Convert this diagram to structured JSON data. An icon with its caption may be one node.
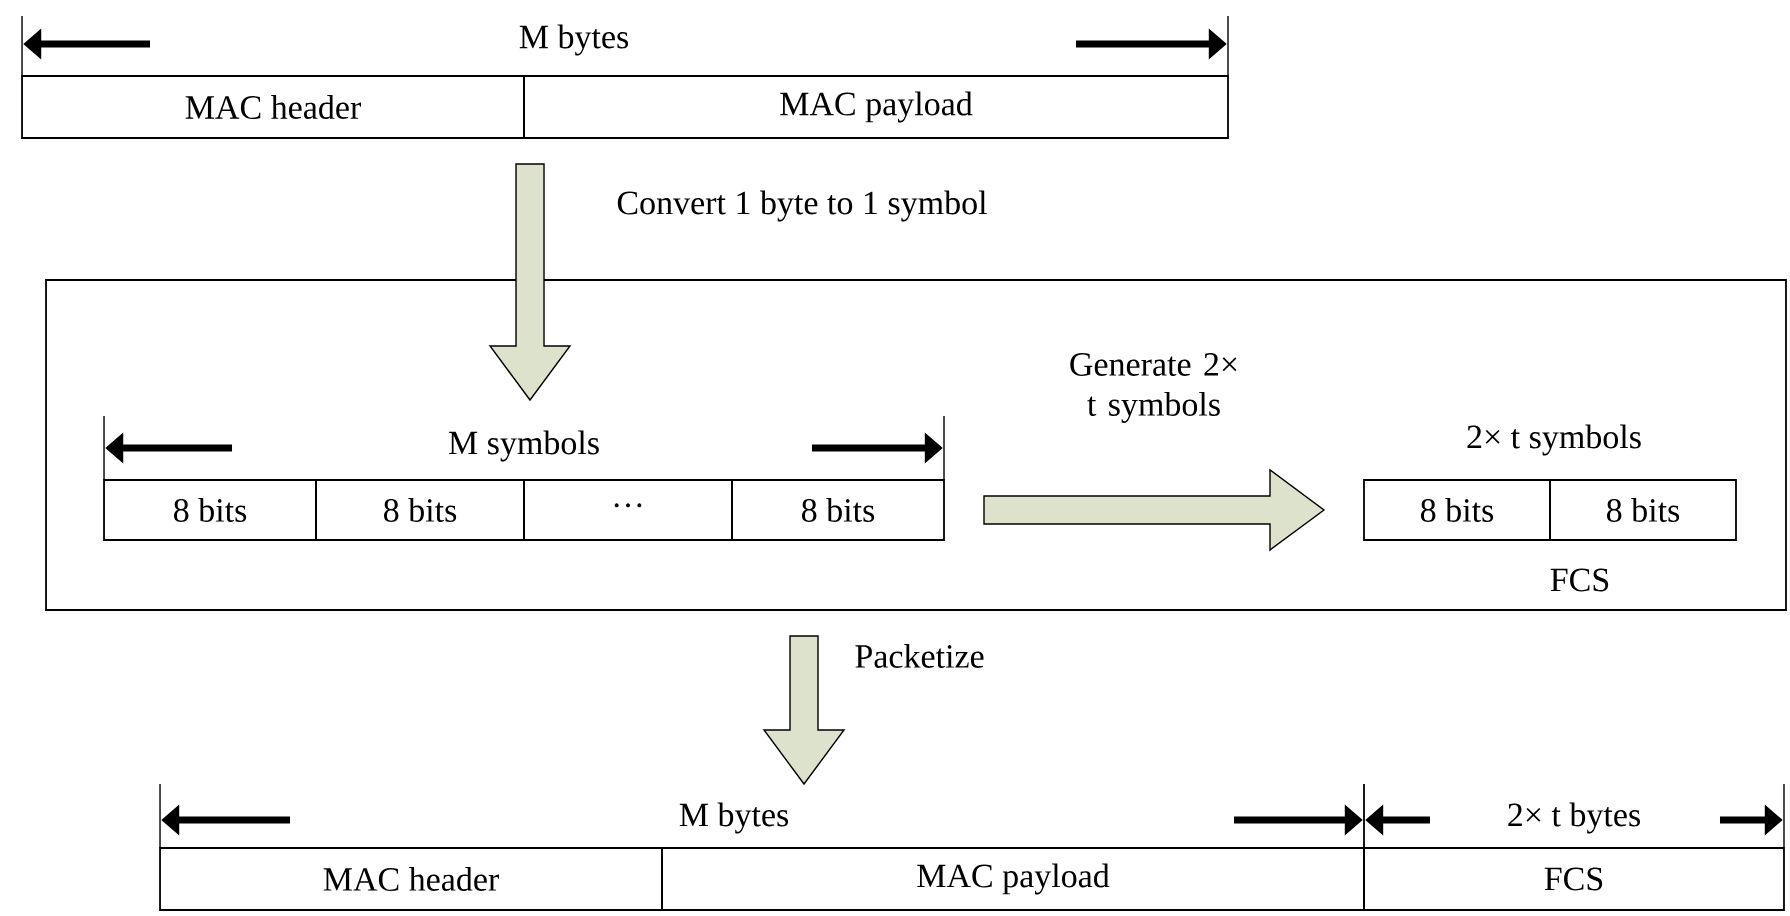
{
  "diagram": {
    "nodes": [
      {
        "text": [
          "MAC header"
        ]
      },
      {
        "text": [
          "MAC payload"
        ]
      },
      {
        "text": [],
        "shape": "box"
      },
      {
        "text": [
          "8 bits"
        ],
        "in": 2
      },
      {
        "text": [
          "8 bits"
        ],
        "in": 2
      },
      {
        "text": [
          "···"
        ],
        "in": 2
      },
      {
        "text": [
          "8 bits"
        ],
        "in": 2
      },
      {
        "text": [
          "8 bits"
        ],
        "in": 2
      },
      {
        "text": [
          "8 bits"
        ],
        "in": 2
      },
      {
        "text": [
          "MAC header"
        ]
      },
      {
        "text": [
          "MAC payload"
        ]
      },
      {
        "text": [
          "FCS"
        ]
      }
    ],
    "edges": [
      {
        "from": 1,
        "to": 4,
        "arrow": "to",
        "label": "Convert 1 byte to 1 symbol"
      },
      {
        "from": 6,
        "to": 7,
        "arrow": "to",
        "label": "Generate 2× t symbols"
      },
      {
        "from": 2,
        "to": 10,
        "arrow": "to",
        "label": "Packetize"
      }
    ],
    "labels": [
      "M bytes",
      "M symbols",
      "2× t symbols",
      "FCS",
      "M bytes",
      "2× t bytes"
    ]
  }
}
